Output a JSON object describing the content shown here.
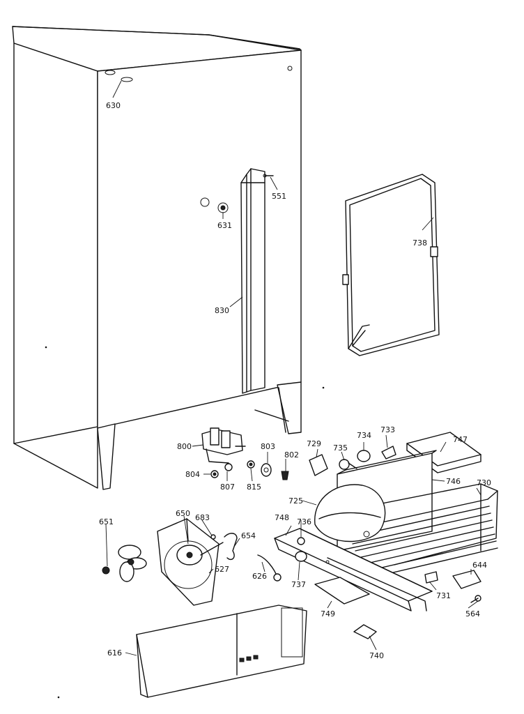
{
  "parts": [
    {
      "id": "p630",
      "number": "630"
    },
    {
      "id": "p551",
      "number": "551"
    },
    {
      "id": "p631",
      "number": "631"
    },
    {
      "id": "p738",
      "number": "738"
    },
    {
      "id": "p830",
      "number": "830"
    },
    {
      "id": "p800",
      "number": "800"
    },
    {
      "id": "p803",
      "number": "803"
    },
    {
      "id": "p802",
      "number": "802"
    },
    {
      "id": "p804",
      "number": "804"
    },
    {
      "id": "p807",
      "number": "807"
    },
    {
      "id": "p815",
      "number": "815"
    },
    {
      "id": "p729",
      "number": "729"
    },
    {
      "id": "p735",
      "number": "735"
    },
    {
      "id": "p734",
      "number": "734"
    },
    {
      "id": "p733",
      "number": "733"
    },
    {
      "id": "p747",
      "number": "747"
    },
    {
      "id": "p746",
      "number": "746"
    },
    {
      "id": "p730",
      "number": "730"
    },
    {
      "id": "p725",
      "number": "725"
    },
    {
      "id": "p683",
      "number": "683"
    },
    {
      "id": "p650",
      "number": "650"
    },
    {
      "id": "p748",
      "number": "748"
    },
    {
      "id": "p736",
      "number": "736"
    },
    {
      "id": "p651",
      "number": "651"
    },
    {
      "id": "p654",
      "number": "654"
    },
    {
      "id": "p627",
      "number": "627"
    },
    {
      "id": "p626",
      "number": "626"
    },
    {
      "id": "p737",
      "number": "737"
    },
    {
      "id": "p644",
      "number": "644"
    },
    {
      "id": "p731",
      "number": "731"
    },
    {
      "id": "p749",
      "number": "749"
    },
    {
      "id": "p564",
      "number": "564"
    },
    {
      "id": "p616",
      "number": "616"
    },
    {
      "id": "p740",
      "number": "740"
    }
  ]
}
